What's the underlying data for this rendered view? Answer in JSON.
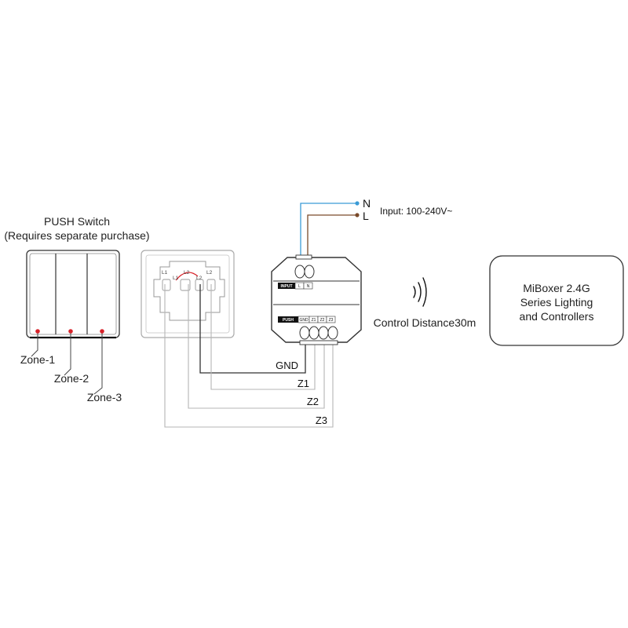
{
  "push_switch": {
    "title": "PUSH Switch",
    "subtitle": "(Requires separate purchase)",
    "zones": [
      "Zone-1",
      "Zone-2",
      "Zone-3"
    ]
  },
  "wall_plate": {
    "terminals": [
      "L1",
      "L2",
      "L1",
      "L2",
      "L2"
    ]
  },
  "controller": {
    "input_header": "INPUT",
    "input_terminals": [
      "L",
      "N"
    ],
    "push_header": "PUSH",
    "push_terminals": [
      "GND",
      "Z1",
      "Z2",
      "Z3"
    ]
  },
  "power": {
    "n_label": "N",
    "l_label": "L",
    "input_label": "Input: 100-240V~"
  },
  "wires": [
    "GND",
    "Z1",
    "Z2",
    "Z3"
  ],
  "wireless": {
    "label": "Control Distance30m"
  },
  "remote_box": {
    "lines": [
      "MiBoxer 2.4G",
      "Series Lighting",
      "and Controllers"
    ]
  },
  "colors": {
    "neutral_wire": "#3b9bd6",
    "live_wire": "#7a4a2a",
    "zone_dot": "#d8232a",
    "link_arc": "#d8232a",
    "outline": "#333333",
    "light_outline": "#aaaaaa"
  }
}
